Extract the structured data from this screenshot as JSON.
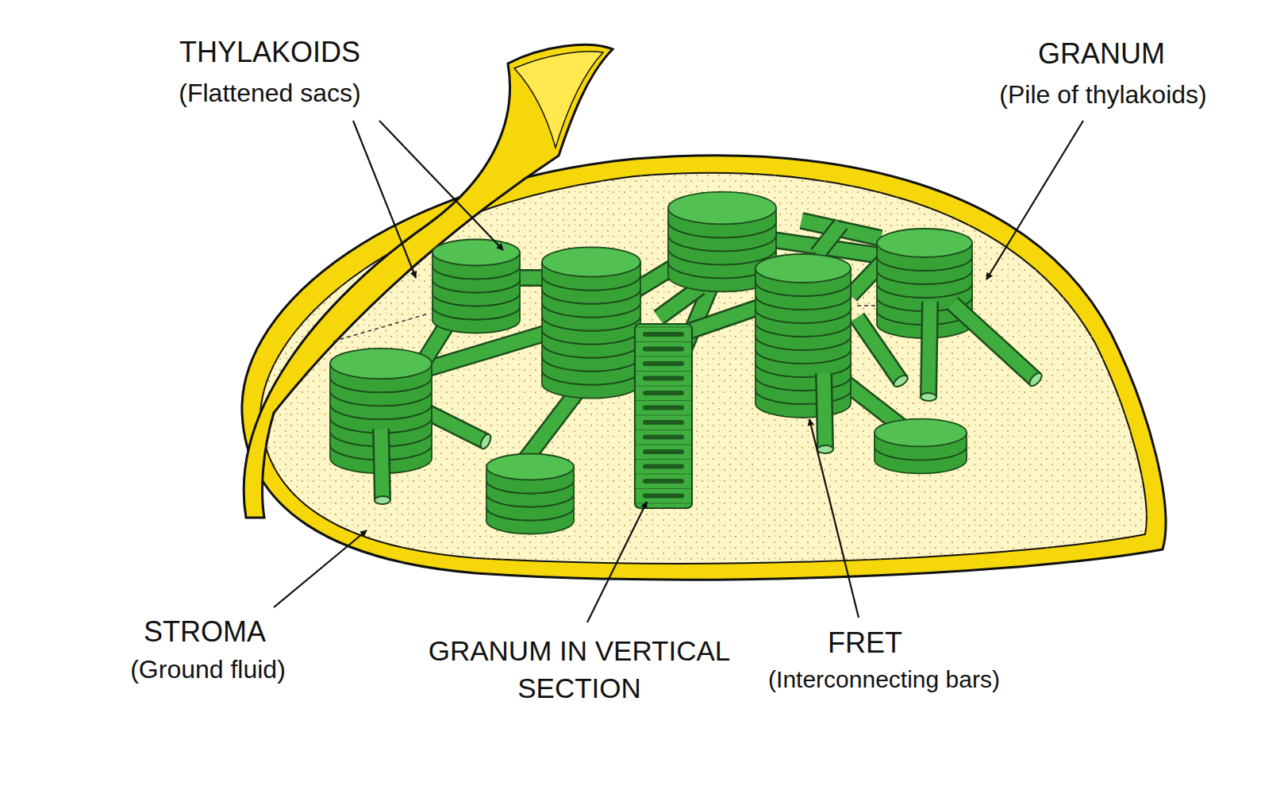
{
  "diagram": {
    "labels": [
      "THYLAKOIDS",
      "(Flattened sacs)",
      "GRANUM",
      "(Pile of thylakoids)",
      "STROMA",
      "(Ground fluid)",
      "GRANUM IN VERTICAL SECTION",
      "FRET",
      "(Interconnecting bars)"
    ]
  }
}
